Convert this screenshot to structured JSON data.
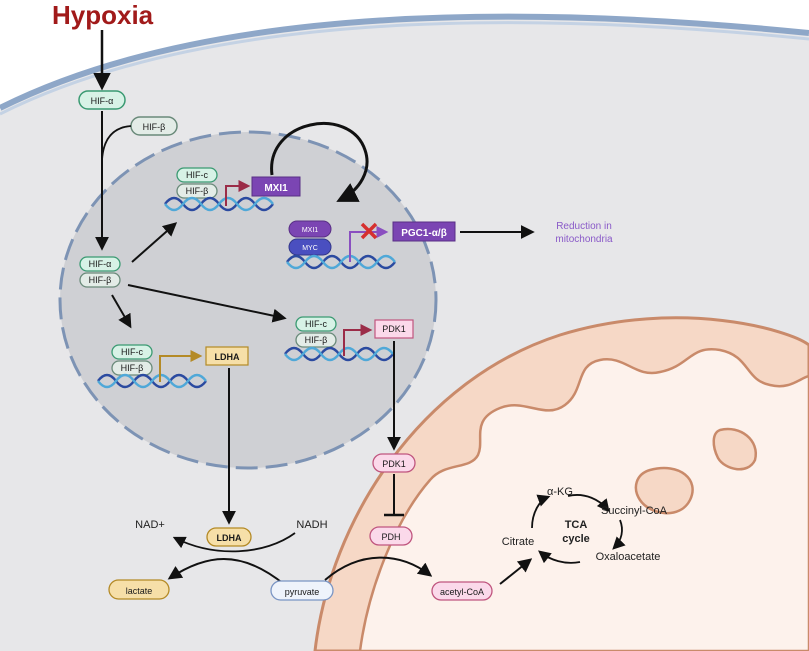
{
  "title": "Hypoxia",
  "proteins": {
    "hif_alpha": "HIF-α",
    "hif_beta": "HIF-β",
    "hif_c": "HIF-c",
    "mxi1": "MXI1",
    "myc": "MYC",
    "pgc1": "PGC1-α/β",
    "pdk1": "PDK1",
    "ldha": "LDHA",
    "pdh": "PDH"
  },
  "outcome": {
    "line1": "Reduction in",
    "line2": "mitochondria"
  },
  "metabolites": {
    "nad_plus": "NAD+",
    "nadh": "NADH",
    "lactate": "lactate",
    "pyruvate": "pyruvate",
    "acetyl_coa": "acetyl-CoA"
  },
  "tca": {
    "center_line1": "TCA",
    "center_line2": "cycle",
    "alpha_kg": "α-KG",
    "succinyl_coa": "Succinyl-CoA",
    "oxaloacetate": "Oxaloacetate",
    "citrate": "Citrate"
  },
  "colors": {
    "title": "#a11a1a",
    "hif_fill": "#d7f2e6",
    "hif_stroke": "#3a9a72",
    "purple": "#8a4fc0",
    "ldha_fill": "#f6dfa8",
    "ldha_stroke": "#b48a26",
    "pink_fill": "#fbd9ea",
    "pink_stroke": "#c0567f",
    "nucleus": "#cfd0d4",
    "cytoplasm": "#e6e6e8",
    "mito_outer": "#f7d9c8",
    "mito_border": "#c98a6a",
    "mito_inner": "#fdf3ee"
  }
}
